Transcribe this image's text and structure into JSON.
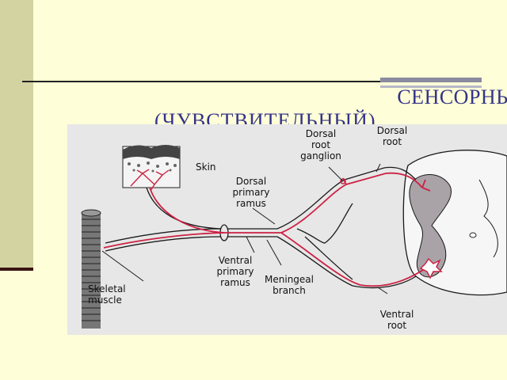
{
  "slide": {
    "title_line1": "СЕНСОРНЫЙ",
    "title_line2": "(ЧУВСТВИТЕЛЬНЫЙ)"
  },
  "diagram": {
    "labels": {
      "skin": "Skin",
      "dorsal_root_ganglion": [
        "Dorsal",
        "root",
        "ganglion"
      ],
      "dorsal_root": [
        "Dorsal",
        "root"
      ],
      "dorsal_primary_ramus": [
        "Dorsal",
        "primary",
        "ramus"
      ],
      "ventral_primary_ramus": [
        "Ventral",
        "primary",
        "ramus"
      ],
      "meningeal_branch": [
        "Meningeal",
        "branch"
      ],
      "skeletal_muscle": [
        "Skeletal",
        "muscle"
      ],
      "ventral_root": [
        "Ventral",
        "root"
      ]
    },
    "colors": {
      "nerve_pathway": "#cc2244",
      "gray_matter": "#a9a3a8",
      "outline": "#1a1a1a"
    }
  }
}
